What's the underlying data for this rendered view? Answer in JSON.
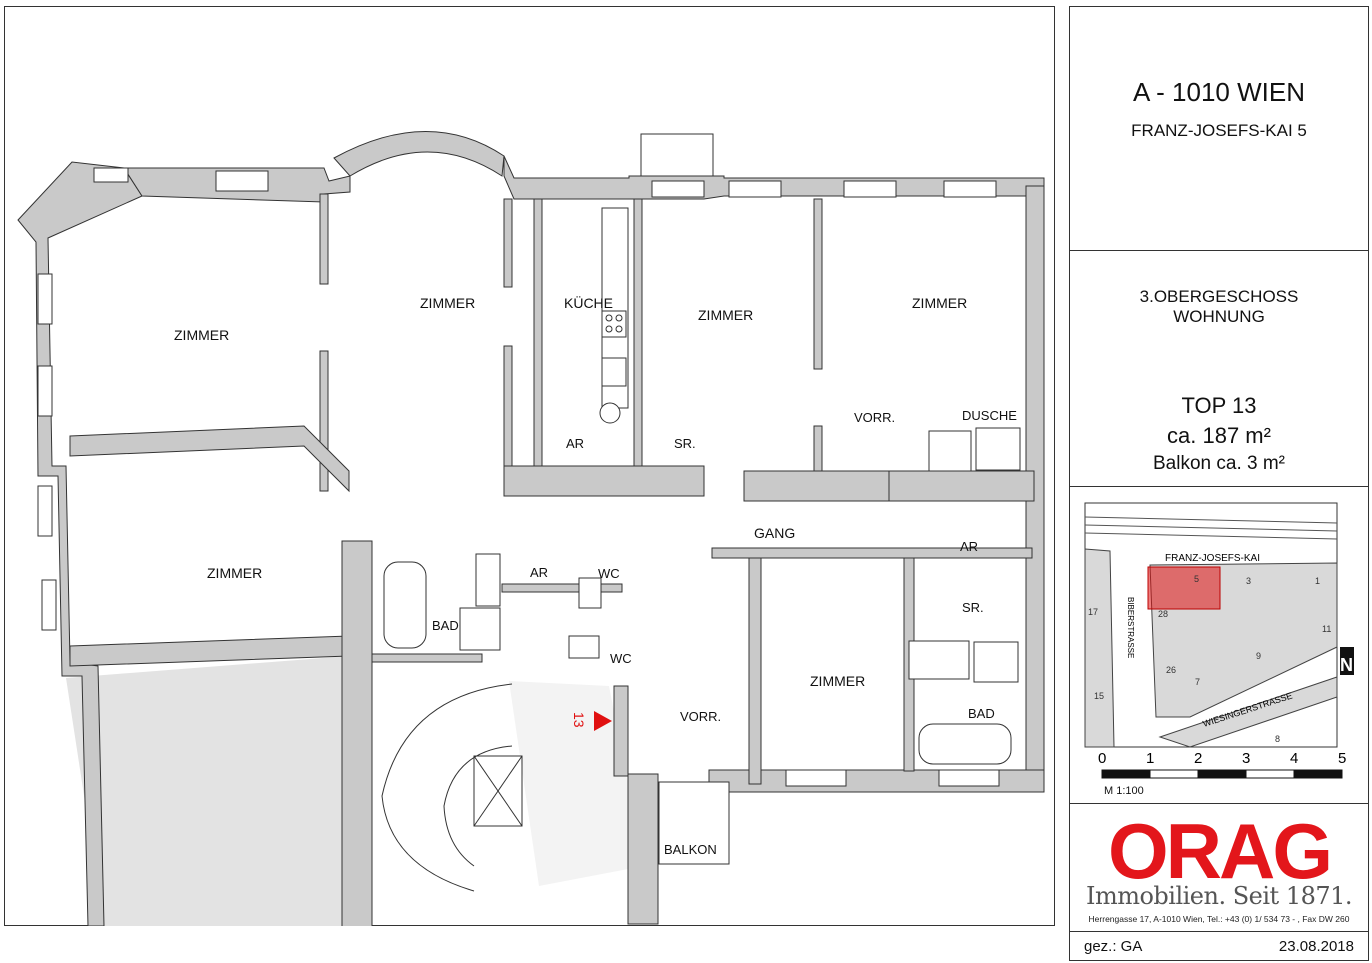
{
  "plan": {
    "rooms": {
      "zimmer_1": "ZIMMER",
      "zimmer_2": "ZIMMER",
      "kueche": "KÜCHE",
      "zimmer_3": "ZIMMER",
      "zimmer_4": "ZIMMER",
      "zimmer_5": "ZIMMER",
      "zimmer_6": "ZIMMER",
      "ar_1": "AR",
      "ar_2": "AR",
      "ar_3": "AR",
      "sr_1": "SR.",
      "sr_2": "SR.",
      "vorr_1": "VORR.",
      "vorr_2": "VORR.",
      "dusche": "DUSCHE",
      "gang": "GANG",
      "bad_1": "BAD",
      "bad_2": "BAD",
      "wc_1": "WC",
      "wc_2": "WC",
      "balkon": "BALKON"
    },
    "unit_marker": "13",
    "accent_color": "#e01010"
  },
  "panel": {
    "city": "A - 1010 WIEN",
    "street": "FRANZ-JOSEFS-KAI 5",
    "floor": "3.OBERGESCHOSS",
    "type": "WOHNUNG",
    "unit": "TOP 13",
    "area": "ca. 187 m²",
    "balcony": "Balkon ca. 3 m²",
    "map": {
      "street_1": "FRANZ-JOSEFS-KAI",
      "street_2": "BIBERSTRASSE",
      "street_3": "WIESINGERSTRASSE",
      "numbers": [
        "5",
        "3",
        "1",
        "17",
        "28",
        "11",
        "26",
        "9",
        "7",
        "15",
        "8"
      ],
      "north": "N"
    },
    "scale": {
      "ticks": [
        "0",
        "1",
        "2",
        "3",
        "4",
        "5"
      ],
      "label": "M 1:100"
    },
    "logo": {
      "brand": "ORAG",
      "tagline": "Immobilien. Seit 1871.",
      "address": "Herrengasse 17, A-1010 Wien, Tel.: +43 (0) 1/ 534 73 - , Fax DW 260",
      "brand_color": "#e3161b"
    },
    "signed": "gez.: GA",
    "date": "23.08.2018"
  }
}
